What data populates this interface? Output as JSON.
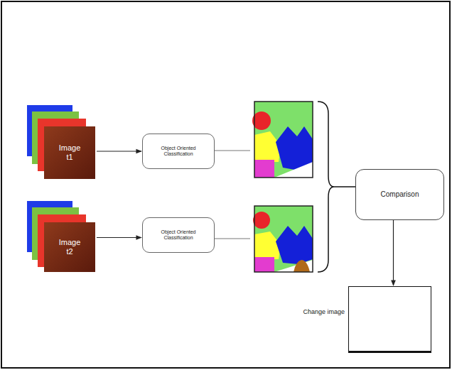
{
  "diagram": {
    "nodes": [
      {
        "text": [
          "Image t1"
        ]
      },
      {
        "text": [
          "Object Oriented Classification"
        ]
      },
      {
        "text": [
          "Image t2"
        ]
      },
      {
        "text": [
          "Object Oriented Classification"
        ]
      },
      {
        "text": [
          "Comparison"
        ]
      },
      {
        "text": [
          "Change image"
        ]
      }
    ],
    "edges": [
      {
        "from": 0,
        "to": 1,
        "arrow": "to"
      },
      {
        "from": 2,
        "to": 3,
        "arrow": "to"
      },
      {
        "from": 4,
        "to": 5,
        "arrow": "to"
      }
    ]
  }
}
